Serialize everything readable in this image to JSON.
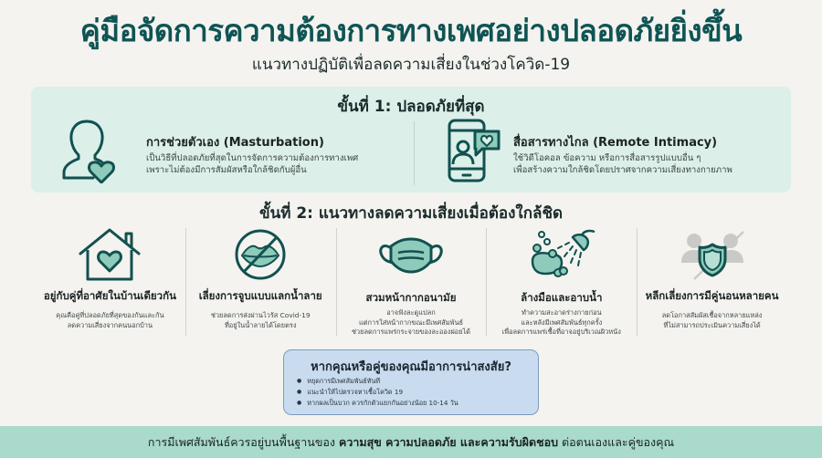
{
  "header": {
    "title": "คู่มือจัดการความต้องการทางเพศอย่างปลอดภัยยิ่งขึ้น",
    "subtitle": "แนวทางปฏิบัติเพื่อลดความเสี่ยงในช่วงโควิด-19"
  },
  "colors": {
    "title": "#0f5454",
    "icon_stroke": "#11514f",
    "icon_fill": "#8fcbbb",
    "step1_bg": "#dcefe9",
    "warn_bg": "#c9dcef",
    "warn_border": "#7d9bbf",
    "footer_bg": "#a9dacb",
    "page_bg": "#f4f3ef"
  },
  "step1": {
    "heading": "ขั้นที่ 1: ปลอดภัยที่สุด",
    "items": [
      {
        "icon": "person-heart-icon",
        "title": "การช่วยตัวเอง (Masturbation)",
        "desc_line1": "เป็นวิธีที่ปลอดภัยที่สุดในการจัดการความต้องการทางเพศ",
        "desc_line2": "เพราะไม่ต้องมีการสัมผัสหรือใกล้ชิดกับผู้อื่น"
      },
      {
        "icon": "phone-chat-heart-icon",
        "title": "สื่อสารทางไกล (Remote Intimacy)",
        "desc_line1": "ใช้วิดีโอคอล ข้อความ หรือการสื่อสารรูปแบบอื่น ๆ",
        "desc_line2": "เพื่อสร้างความใกล้ชิดโดยปราศจากความเสี่ยงทางกายภาพ"
      }
    ]
  },
  "step2": {
    "heading": "ขั้นที่ 2: แนวทางลดความเสี่ยงเมื่อต้องใกล้ชิด",
    "items": [
      {
        "icon": "house-heart-icon",
        "title": "อยู่กับคู่ที่อาศัยในบ้านเดียวกัน",
        "desc": "คุณคือคู่ที่ปลอดภัยที่สุดของกันและกัน\nลดความเสี่ยงจากคนนอกบ้าน"
      },
      {
        "icon": "no-kissing-icon",
        "title": "เลี่ยงการจูบแบบแลกน้ำลาย",
        "desc": "ช่วยลดการส่งผ่านไวรัส Covid-19\nที่อยู่ในน้ำลายได้โดยตรง"
      },
      {
        "icon": "face-mask-icon",
        "title": "สวมหน้ากากอนามัย",
        "desc": "อาจฟังละดูแปลก\nแต่การใส่หน้ากากขณะมีเพศสัมพันธ์\nช่วยลดการแพร่กระจายของละอองฝอยได้"
      },
      {
        "icon": "soap-shower-icon",
        "title": "ล้างมือและอาบน้ำ",
        "desc": "ทำความสะอาดร่างกายก่อน\nและหลังมีเพศสัมพันธ์ทุกครั้ง\nเพื่อลดการแพร่เชื้อที่อาจอยู่บริเวณผิวหนัง"
      },
      {
        "icon": "multiple-partners-shield-icon",
        "title": "หลีกเลี่ยงการมีคู่นอนหลายคน",
        "desc": "ลดโอกาสสัมผัสเชื้อจากหลายแหล่ง\nที่ไม่สามารถประเมินความเสี่ยงได้"
      }
    ]
  },
  "warning": {
    "title": "หากคุณหรือคู่ของคุณมีอาการน่าสงสัย?",
    "items": [
      "หยุดการมีเพศสัมพันธ์ทันที",
      "แนะนำให้ไปตรวจหาเชื้อโควิด 19",
      "หากผลเป็นบวก ควรกักตัวแยกกันอย่างน้อย 10-14 วัน"
    ]
  },
  "footer": {
    "prefix": "การมีเพศสัมพันธ์ควรอยู่บนพื้นฐานของ ",
    "bold": "ความสุข ความปลอดภัย และความรับผิดชอบ",
    "suffix": " ต่อตนเองและคู่ของคุณ"
  }
}
